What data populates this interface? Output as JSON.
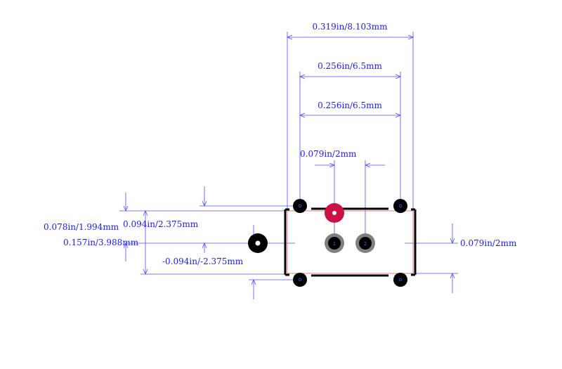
{
  "dimensions": {
    "top_overall": "0.319in/8.103mm",
    "top_row1": "0.256in/6.5mm",
    "top_row2": "0.256in/6.5mm",
    "pitch": "0.079in/2mm",
    "left_a": "0.078in/1.994mm",
    "left_b": "0.094in/2.375mm",
    "left_c": "0.157in/3.988mm",
    "left_d": "-0.094in/-2.375mm",
    "right_a": "0.079in/2mm"
  },
  "colors": {
    "dimension": "#4d4dff",
    "outline": "#000000",
    "pad_pin1": "#cc1144",
    "pad_mount": "#000000",
    "pad_thru": "#808080"
  },
  "pad_labels": {
    "pin1": "1",
    "pin2": "2"
  }
}
